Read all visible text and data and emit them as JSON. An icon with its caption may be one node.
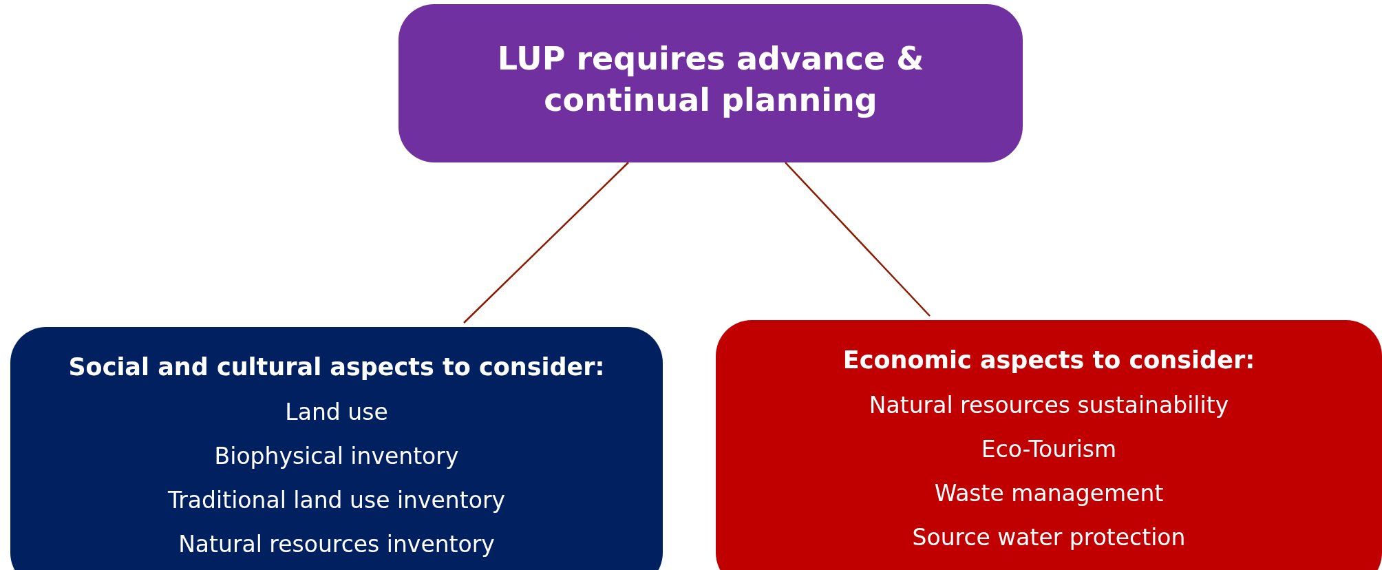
{
  "diagram": {
    "nodes": [
      {
        "text": [
          "LUP requires advance & continual planning"
        ]
      },
      {
        "text": [
          "**Social and cultural aspects to consider**:",
          "Land use",
          "Biophysical inventory",
          "Traditional land use inventory",
          "Natural resources inventory"
        ]
      },
      {
        "text": [
          "Economic aspects to consider:",
          "Natural resources sustainability",
          "Eco-Tourism",
          "Waste management",
          "Source water protection"
        ]
      }
    ],
    "edges": [
      {
        "from": 0,
        "to": 1,
        "arrow": "none"
      },
      {
        "from": 0,
        "to": 2,
        "arrow": "none"
      }
    ]
  }
}
